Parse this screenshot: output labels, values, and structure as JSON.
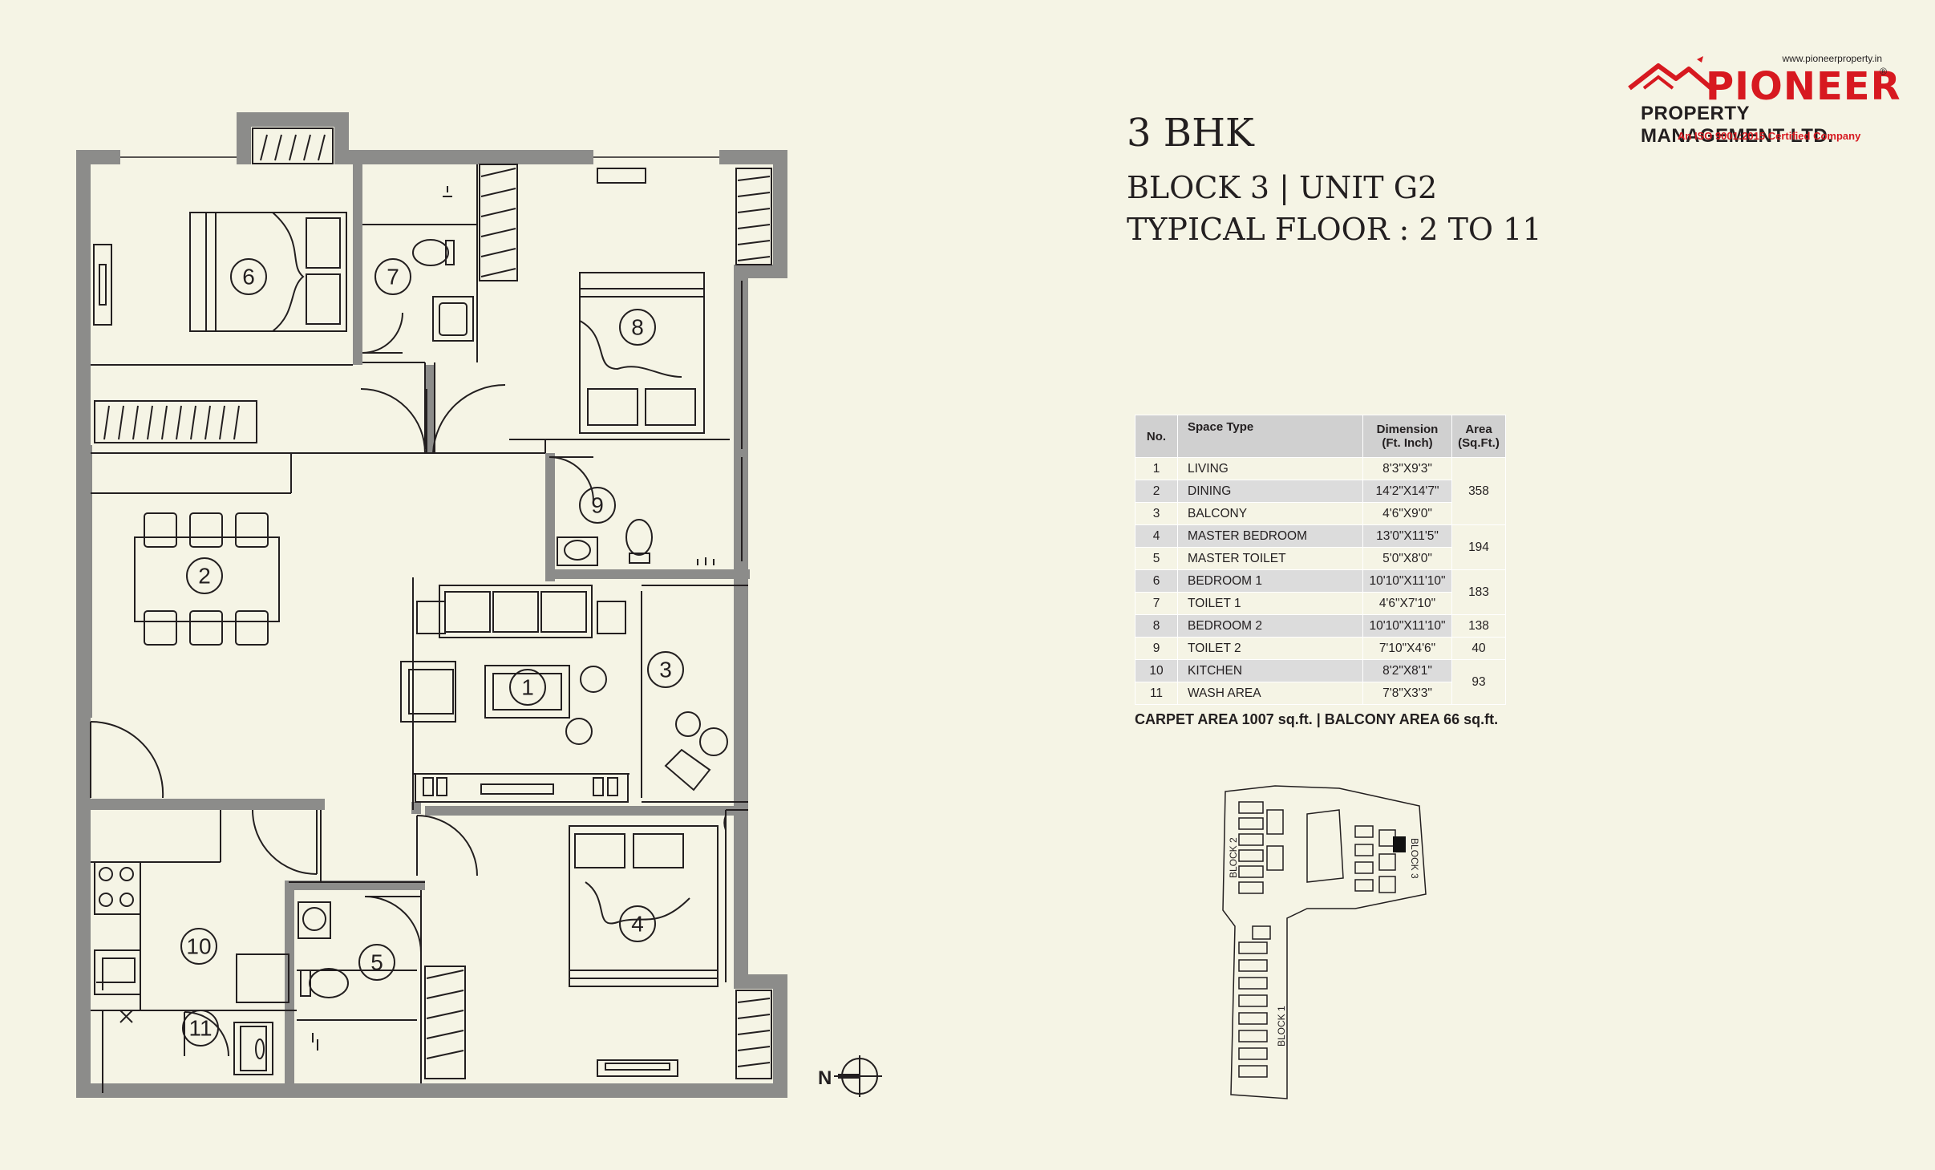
{
  "heading": {
    "bhk": "3 BHK",
    "block_unit": "BLOCK 3  |  UNIT G2",
    "floor": "TYPICAL FLOOR : 2 TO 11"
  },
  "logo": {
    "url": "www.pioneerproperty.in",
    "brand": "PIONEER",
    "registered": "®",
    "subtitle": "PROPERTY MANAGEMENT LTD.",
    "certification": "An ISO 9001:2015 Certified Company",
    "colors": {
      "red": "#d71920",
      "dark": "#231f20"
    }
  },
  "table": {
    "headers": {
      "no": "No.",
      "space": "Space Type",
      "dimension": "Dimension",
      "dimension_unit": "(Ft. Inch)",
      "area": "Area",
      "area_unit": "(Sq.Ft.)"
    },
    "rows": [
      {
        "no": "1",
        "space": "LIVING",
        "dimension": "8'3\"X9'3\""
      },
      {
        "no": "2",
        "space": "DINING",
        "dimension": "14'2\"X14'7\""
      },
      {
        "no": "3",
        "space": "BALCONY",
        "dimension": "4'6\"X9'0\""
      },
      {
        "no": "4",
        "space": "MASTER BEDROOM",
        "dimension": "13'0\"X11'5\""
      },
      {
        "no": "5",
        "space": "MASTER TOILET",
        "dimension": "5'0\"X8'0\""
      },
      {
        "no": "6",
        "space": "BEDROOM 1",
        "dimension": "10'10\"X11'10\""
      },
      {
        "no": "7",
        "space": "TOILET 1",
        "dimension": "4'6\"X7'10\""
      },
      {
        "no": "8",
        "space": "BEDROOM 2",
        "dimension": "10'10\"X11'10\""
      },
      {
        "no": "9",
        "space": "TOILET 2",
        "dimension": "7'10\"X4'6\""
      },
      {
        "no": "10",
        "space": "KITCHEN",
        "dimension": "8'2\"X8'1\""
      },
      {
        "no": "11",
        "space": "WASH AREA",
        "dimension": "7'8\"X3'3\""
      }
    ],
    "area_groups": {
      "g1": "358",
      "g2": "194",
      "g3": "183",
      "g4": "138",
      "g5": "40",
      "g6": "93"
    }
  },
  "summary": "CARPET AREA 1007 sq.ft.  |  BALCONY AREA 66 sq.ft.",
  "keyplan": {
    "block1": "BLOCK 1",
    "block2": "BLOCK 2",
    "block3": "BLOCK 3"
  },
  "compass": {
    "north": "N"
  },
  "rooms": {
    "r1": "1",
    "r2": "2",
    "r3": "3",
    "r4": "4",
    "r5": "5",
    "r6": "6",
    "r7": "7",
    "r8": "8",
    "r9": "9",
    "r10": "10",
    "r11": "11"
  },
  "colors": {
    "wall": "#8c8c8a",
    "background": "#f5f4e5",
    "line": "#231f20"
  }
}
